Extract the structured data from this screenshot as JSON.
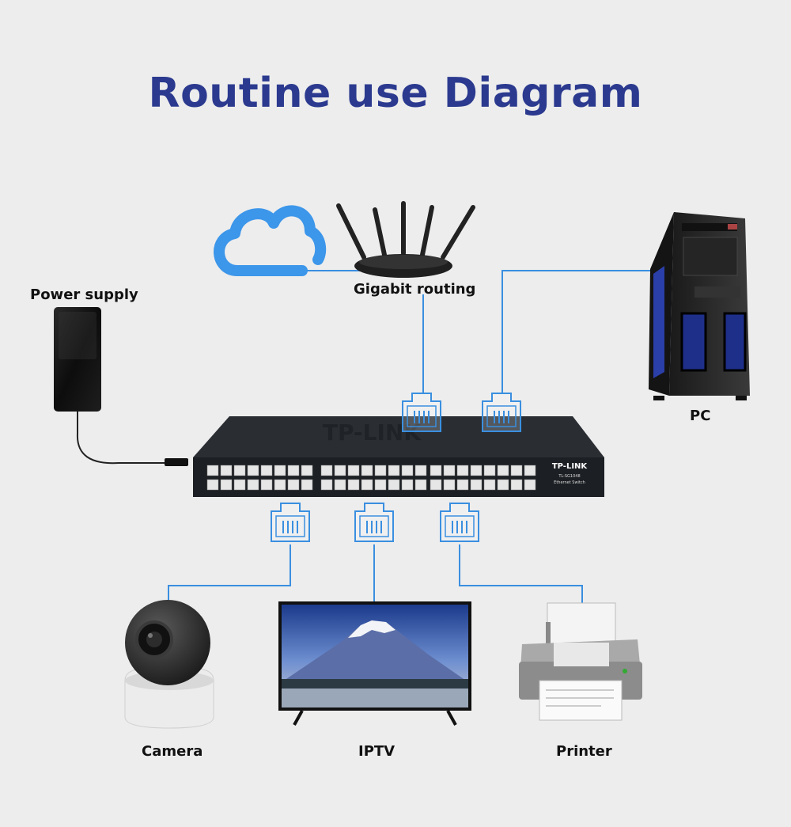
{
  "title": "Routine use Diagram",
  "labels": {
    "power_supply": "Power supply",
    "gigabit_routing": "Gigabit routing",
    "pc": "PC",
    "camera": "Camera",
    "iptv": "IPTV",
    "printer": "Printer"
  },
  "switch": {
    "brand": "TP-LINK",
    "model": "TL-SG1048",
    "type": "Ethernet Switch"
  },
  "colors": {
    "title": "#2b3a8f",
    "connector": "#3a8fe0",
    "cloud": "#3c96ea",
    "background": "#ededed"
  }
}
